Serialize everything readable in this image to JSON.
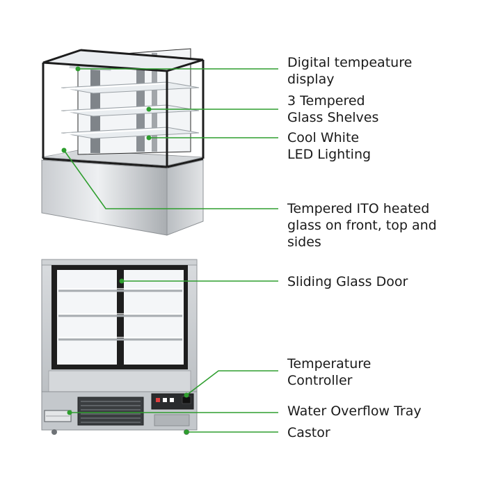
{
  "features": [
    {
      "id": "digital-temperature-display",
      "text": "Digital tempeature\ndisplay"
    },
    {
      "id": "tempered-glass-shelves",
      "text": "3 Tempered\nGlass Shelves"
    },
    {
      "id": "led-lighting",
      "text": "Cool White\nLED Lighting"
    },
    {
      "id": "heated-glass",
      "text": "Tempered ITO heated\nglass on front, top and\nsides"
    },
    {
      "id": "sliding-glass-door",
      "text": "Sliding Glass Door"
    },
    {
      "id": "temperature-controller",
      "text": "Temperature\nController"
    },
    {
      "id": "water-overflow-tray",
      "text": "Water Overflow Tray"
    },
    {
      "id": "castor",
      "text": "Castor"
    }
  ],
  "colors": {
    "callout": "#2e9e2e",
    "steel_light": "#e6e8ea",
    "steel_dark": "#9a9ea2",
    "frame": "#1c1c1c",
    "text": "#1a1a1a"
  }
}
